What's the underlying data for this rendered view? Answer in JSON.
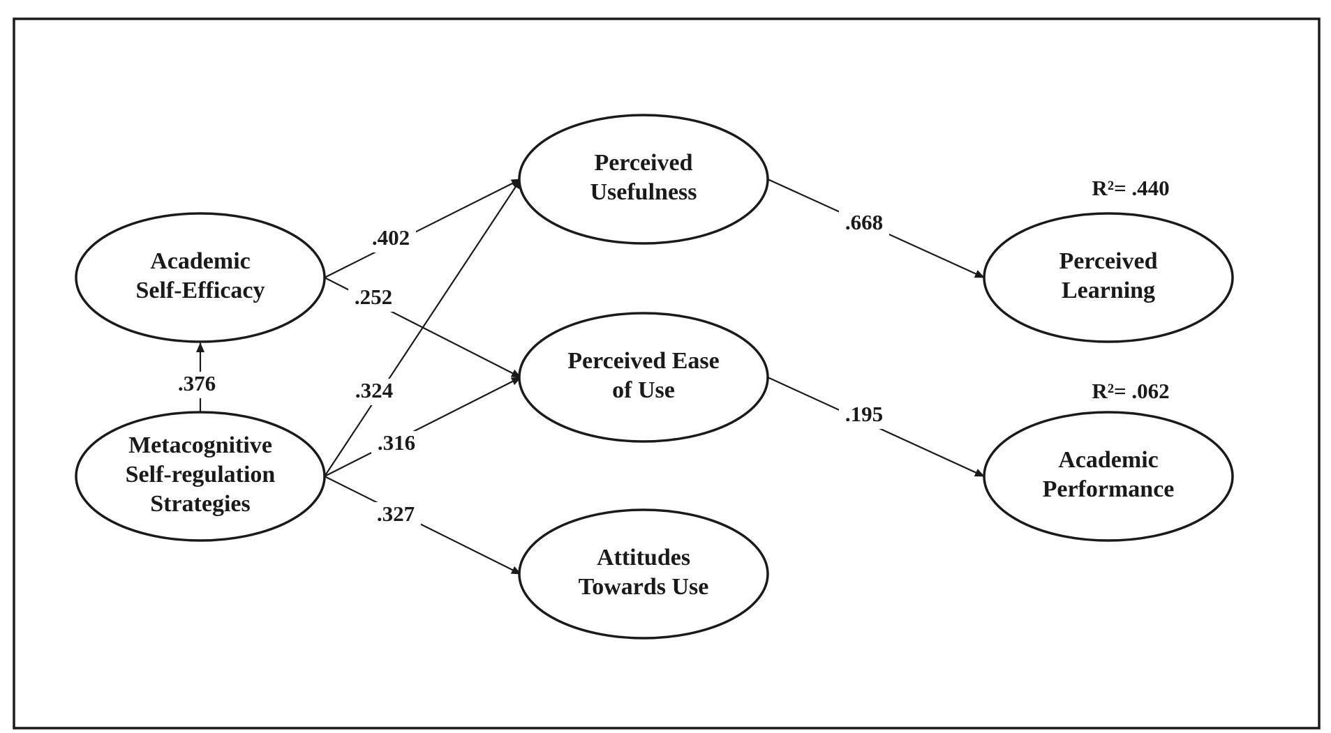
{
  "diagram": {
    "nodes": [
      {
        "id": "ase",
        "lines": [
          "Academic",
          "Self-Efficacy"
        ]
      },
      {
        "id": "mss",
        "lines": [
          "Metacognitive",
          "Self-regulation",
          "Strategies"
        ]
      },
      {
        "id": "pu",
        "lines": [
          "Perceived",
          "Usefulness"
        ]
      },
      {
        "id": "peou",
        "lines": [
          "Perceived Ease",
          "of Use"
        ]
      },
      {
        "id": "atu",
        "lines": [
          "Attitudes",
          "Towards Use"
        ]
      },
      {
        "id": "pl",
        "lines": [
          "Perceived",
          "Learning"
        ],
        "r2": "R²= .440"
      },
      {
        "id": "ap",
        "lines": [
          "Academic",
          "Performance"
        ],
        "r2": "R²= .062"
      }
    ],
    "edges": [
      {
        "from": "mss",
        "to": "ase",
        "coef": ".376"
      },
      {
        "from": "ase",
        "to": "pu",
        "coef": ".402"
      },
      {
        "from": "ase",
        "to": "peou",
        "coef": ".252"
      },
      {
        "from": "mss",
        "to": "pu",
        "coef": ".324"
      },
      {
        "from": "mss",
        "to": "peou",
        "coef": ".316"
      },
      {
        "from": "mss",
        "to": "atu",
        "coef": ".327"
      },
      {
        "from": "pu",
        "to": "pl",
        "coef": ".668"
      },
      {
        "from": "peou",
        "to": "ap",
        "coef": ".195"
      }
    ]
  }
}
